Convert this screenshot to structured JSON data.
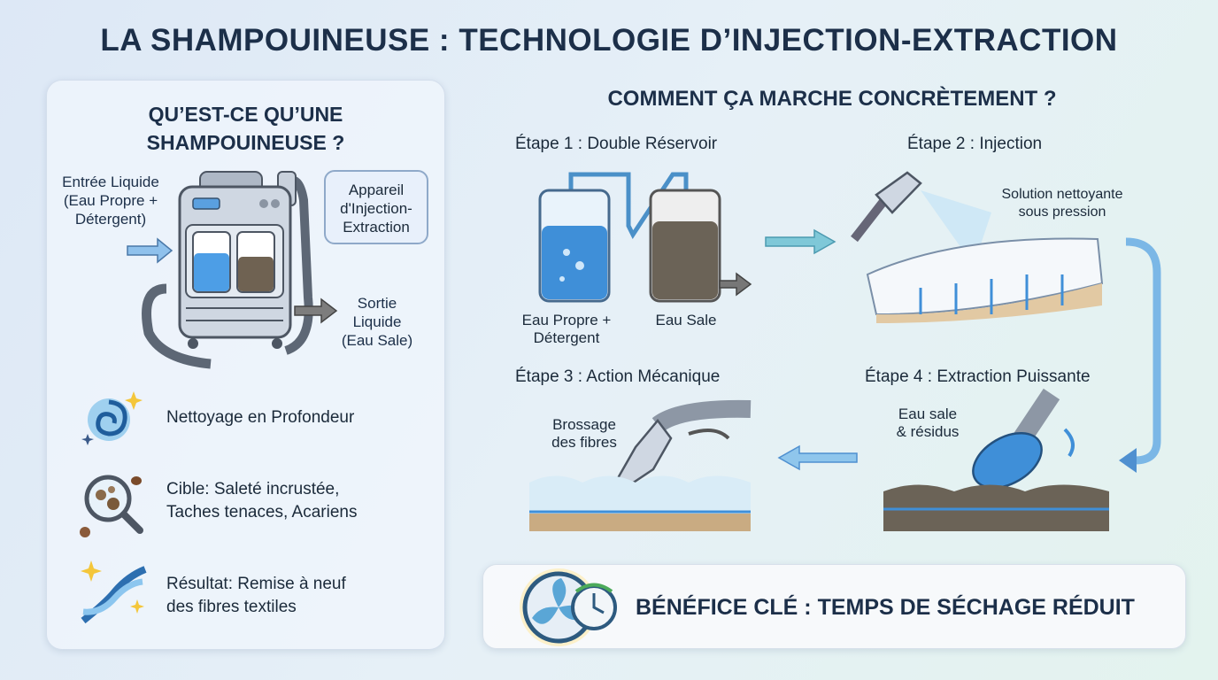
{
  "title": "LA SHAMPOUINEUSE : TECHNOLOGIE D’INJECTION-EXTRACTION",
  "left_panel": {
    "heading_line1": "QU’EST-CE QU’UNE",
    "heading_line2": "SHAMPOUINEUSE ?",
    "input_label": [
      "Entrée Liquide",
      "(Eau Propre +",
      "Détergent)"
    ],
    "bubble": [
      "Appareil",
      "d'Injection-",
      "Extraction"
    ],
    "output_label": [
      "Sortie",
      "Liquide",
      "(Eau Sale)"
    ],
    "features": [
      {
        "lines": [
          "Nettoyage en Profondeur"
        ],
        "icon": "swirl-sparkle-icon"
      },
      {
        "lines": [
          "Cible: Saleté incrustée,",
          "Taches tenaces, Acariens"
        ],
        "icon": "magnifier-mite-icon"
      },
      {
        "lines": [
          "Résultat: Remise à neuf",
          "des fibres textiles"
        ],
        "icon": "fiber-sparkle-icon"
      }
    ]
  },
  "right_panel": {
    "heading": "COMMENT ÇA MARCHE CONCRÈTEMENT ?",
    "step1": {
      "title": "Étape 1 : Double Réservoir",
      "clean": [
        "Eau Propre +",
        "Détergent"
      ],
      "dirty": "Eau Sale"
    },
    "step2": {
      "title": "Étape 2 : Injection",
      "caption": [
        "Solution nettoyante",
        "sous pression"
      ]
    },
    "step3": {
      "title": "Étape 3 : Action Mécanique",
      "caption": [
        "Brossage",
        "des fibres"
      ]
    },
    "step4": {
      "title": "Étape 4 : Extraction Puissante",
      "caption": [
        "Eau sale",
        "& résidus"
      ]
    }
  },
  "benefit": {
    "text": "BÉNÉFICE CLÉ : TEMPS DE SÉCHAGE RÉDUIT",
    "icon": "fan-clock-icon"
  },
  "colors": {
    "title": "#1c2f49",
    "arrow": "#5fb0c8",
    "water": "#3f8fd8",
    "dirty": "#6b6357"
  }
}
